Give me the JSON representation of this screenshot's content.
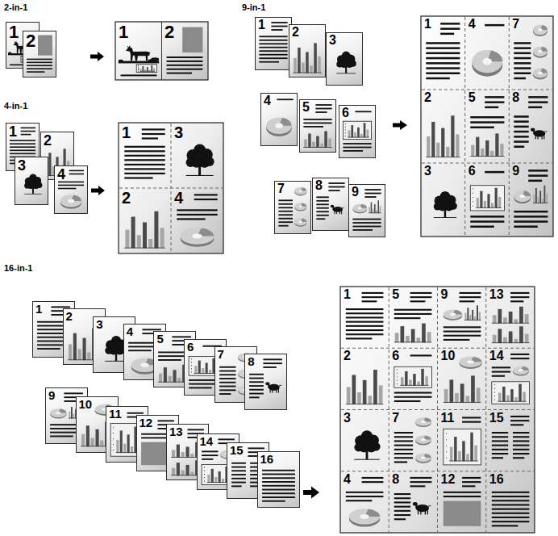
{
  "diagram": {
    "nodes": [
      {
        "text": [
          "1"
        ]
      },
      {
        "text": [
          "2"
        ]
      },
      {
        "text": [
          "1"
        ]
      },
      {
        "text": [
          "2"
        ]
      },
      {
        "text": [
          "1"
        ]
      },
      {
        "text": [
          "2"
        ]
      },
      {
        "text": [
          "3"
        ]
      },
      {
        "text": [
          "4"
        ]
      },
      {
        "text": [
          "1"
        ]
      },
      {
        "text": [
          "2"
        ]
      },
      {
        "text": [
          "3"
        ]
      },
      {
        "text": [
          "4"
        ]
      },
      {
        "text": [
          "1"
        ]
      },
      {
        "text": [
          "2"
        ]
      },
      {
        "text": [
          "3"
        ]
      },
      {
        "text": [
          "4"
        ]
      },
      {
        "text": [
          "5"
        ]
      },
      {
        "text": [
          "6"
        ]
      },
      {
        "text": [
          "7"
        ]
      },
      {
        "text": [
          "8"
        ]
      },
      {
        "text": [
          "9"
        ]
      },
      {
        "text": [
          "1"
        ]
      },
      {
        "text": [
          "2"
        ]
      },
      {
        "text": [
          "3"
        ]
      },
      {
        "text": [
          "4"
        ]
      },
      {
        "text": [
          "5"
        ]
      },
      {
        "text": [
          "6"
        ]
      },
      {
        "text": [
          "7"
        ]
      },
      {
        "text": [
          "8"
        ]
      },
      {
        "text": [
          "9"
        ]
      },
      {
        "text": [
          "1"
        ]
      },
      {
        "text": [
          "2"
        ]
      },
      {
        "text": [
          "3"
        ]
      },
      {
        "text": [
          "4"
        ]
      },
      {
        "text": [
          "5"
        ]
      },
      {
        "text": [
          "6"
        ]
      },
      {
        "text": [
          "7"
        ]
      },
      {
        "text": [
          "8"
        ]
      },
      {
        "text": [
          "9"
        ]
      },
      {
        "text": [
          "10"
        ]
      },
      {
        "text": [
          "11"
        ]
      },
      {
        "text": [
          "12"
        ]
      },
      {
        "text": [
          "13"
        ]
      },
      {
        "text": [
          "14"
        ]
      },
      {
        "text": [
          "15"
        ]
      },
      {
        "text": [
          "16"
        ]
      },
      {
        "text": [
          "1"
        ]
      },
      {
        "text": [
          "2"
        ]
      },
      {
        "text": [
          "3"
        ]
      },
      {
        "text": [
          "4"
        ]
      },
      {
        "text": [
          "5"
        ]
      },
      {
        "text": [
          "6"
        ]
      },
      {
        "text": [
          "7"
        ]
      },
      {
        "text": [
          "8"
        ]
      },
      {
        "text": [
          "9"
        ]
      },
      {
        "text": [
          "10"
        ]
      },
      {
        "text": [
          "11"
        ]
      },
      {
        "text": [
          "12"
        ]
      },
      {
        "text": [
          "13"
        ]
      },
      {
        "text": [
          "14"
        ]
      },
      {
        "text": [
          "15"
        ]
      },
      {
        "text": [
          "16"
        ]
      }
    ],
    "labels": [
      "2-in-1",
      "4-in-1",
      "9-in-1",
      "16-in-1"
    ]
  }
}
